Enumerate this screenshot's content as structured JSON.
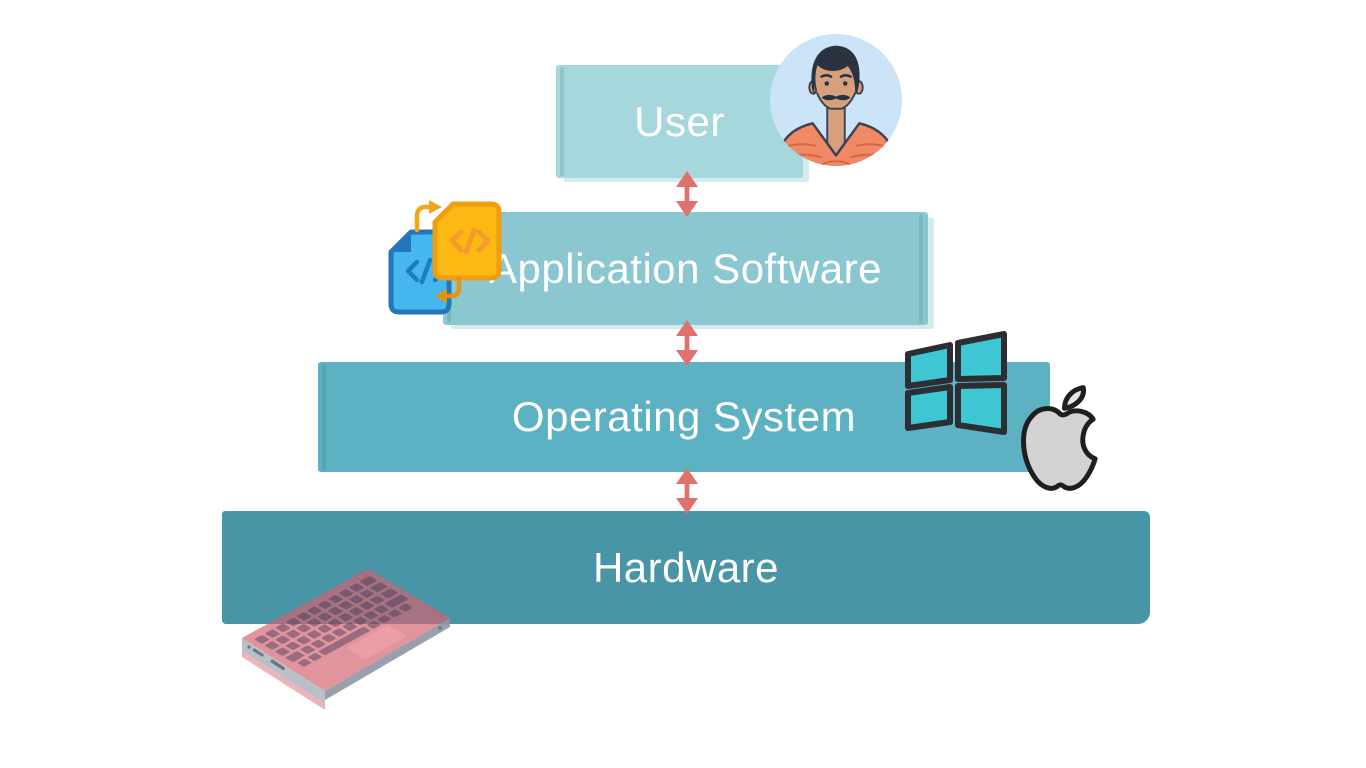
{
  "diagram": {
    "type": "layered-stack",
    "layers": [
      {
        "label": "User",
        "color": "#a5d7dc",
        "icon": "user-avatar"
      },
      {
        "label": "Application Software",
        "color": "#8bc7d1",
        "icon": "code-files"
      },
      {
        "label": "Operating System",
        "color": "#5cb1c2",
        "icon": "windows-and-apple-logos"
      },
      {
        "label": "Hardware",
        "color": "#4795a7",
        "icon": "laptop"
      }
    ],
    "connectors": {
      "style": "double-headed-vertical-arrow",
      "color": "#e0716d",
      "count": 3
    },
    "label_color": "#ffffff",
    "background_color": "#ffffff"
  }
}
